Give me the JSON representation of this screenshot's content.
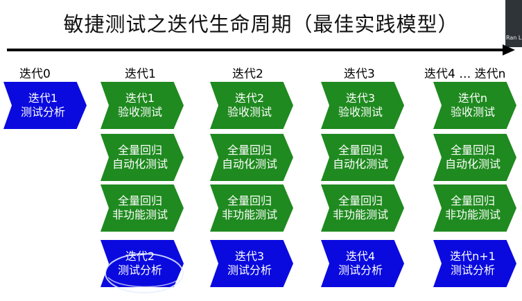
{
  "title": "敏捷测试之迭代生命周期（最佳实践模型）",
  "participant_name": "Ran Li",
  "columns": [
    {
      "label": "迭代0"
    },
    {
      "label": "迭代1"
    },
    {
      "label": "迭代2"
    },
    {
      "label": "迭代3"
    },
    {
      "label": "迭代4 … 迭代n"
    }
  ],
  "boxes": {
    "c0": {
      "analysis": [
        "迭代1",
        "测试分析"
      ]
    },
    "c1": {
      "acceptance": [
        "迭代1",
        "验收测试"
      ],
      "auto": [
        "全量回归",
        "自动化测试"
      ],
      "nonfunc": [
        "全量回归",
        "非功能测试"
      ],
      "analysis": [
        "迭代2",
        "测试分析"
      ]
    },
    "c2": {
      "acceptance": [
        "迭代2",
        "验收测试"
      ],
      "auto": [
        "全量回归",
        "自动化测试"
      ],
      "nonfunc": [
        "全量回归",
        "非功能测试"
      ],
      "analysis": [
        "迭代3",
        "测试分析"
      ]
    },
    "c3": {
      "acceptance": [
        "迭代3",
        "验收测试"
      ],
      "auto": [
        "全量回归",
        "自动化测试"
      ],
      "nonfunc": [
        "全量回归",
        "非功能测试"
      ],
      "analysis": [
        "迭代4",
        "测试分析"
      ]
    },
    "c4": {
      "acceptance": [
        "迭代n",
        "验收测试"
      ],
      "auto": [
        "全量回归",
        "自动化测试"
      ],
      "nonfunc": [
        "全量回归",
        "非功能测试"
      ],
      "analysis": [
        "迭代n+1",
        "测试分析"
      ]
    }
  },
  "colors": {
    "blue": "#0a0adf",
    "green": "#1f8a1f"
  }
}
